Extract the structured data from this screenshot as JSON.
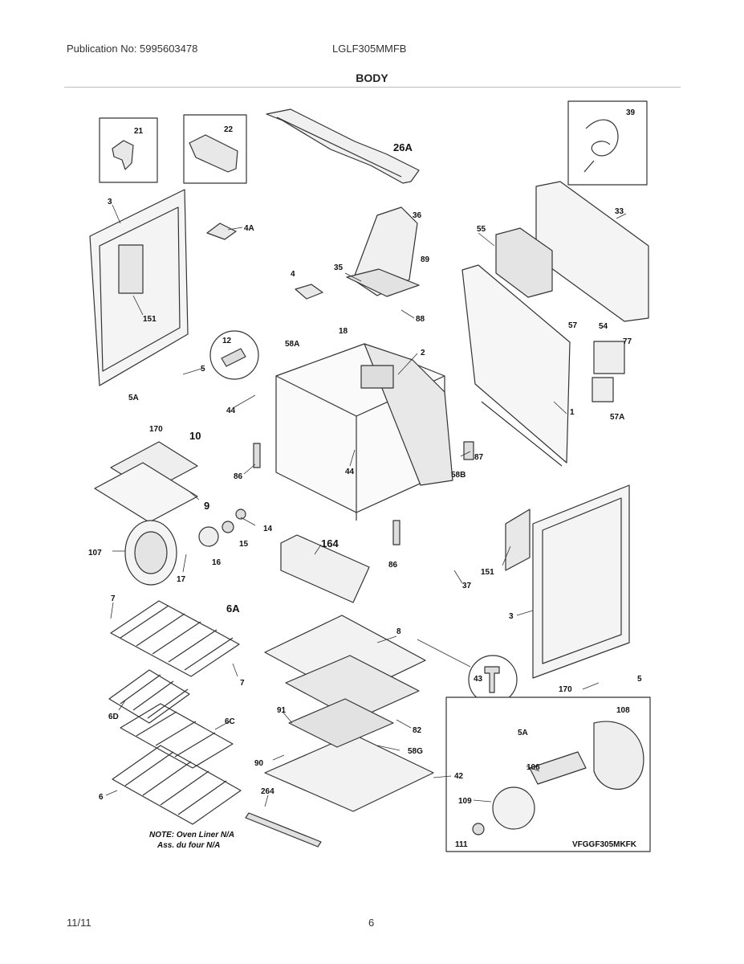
{
  "header": {
    "publication": "Publication No: 5995603478",
    "model": "LGLF305MMFB"
  },
  "section_title": "BODY",
  "parts": [
    {
      "id": "p21",
      "label": "21"
    },
    {
      "id": "p22",
      "label": "22"
    },
    {
      "id": "p26A",
      "label": "26A"
    },
    {
      "id": "p39",
      "label": "39"
    },
    {
      "id": "p3_left",
      "label": "3"
    },
    {
      "id": "p4A",
      "label": "4A"
    },
    {
      "id": "p36",
      "label": "36"
    },
    {
      "id": "p33",
      "label": "33"
    },
    {
      "id": "p55",
      "label": "55"
    },
    {
      "id": "p35",
      "label": "35"
    },
    {
      "id": "p89",
      "label": "89"
    },
    {
      "id": "p4",
      "label": "4"
    },
    {
      "id": "p151_left",
      "label": "151"
    },
    {
      "id": "p88",
      "label": "88"
    },
    {
      "id": "p57",
      "label": "57"
    },
    {
      "id": "p54",
      "label": "54"
    },
    {
      "id": "p77",
      "label": "77"
    },
    {
      "id": "p12",
      "label": "12"
    },
    {
      "id": "p58A",
      "label": "58A"
    },
    {
      "id": "p18",
      "label": "18"
    },
    {
      "id": "p2",
      "label": "2"
    },
    {
      "id": "p5_left",
      "label": "5"
    },
    {
      "id": "p5A_left",
      "label": "5A"
    },
    {
      "id": "p44_top",
      "label": "44"
    },
    {
      "id": "p1",
      "label": "1"
    },
    {
      "id": "p57A",
      "label": "57A"
    },
    {
      "id": "p170_left",
      "label": "170"
    },
    {
      "id": "p10",
      "label": "10"
    },
    {
      "id": "p44_mid",
      "label": "44"
    },
    {
      "id": "p86_left",
      "label": "86"
    },
    {
      "id": "p87",
      "label": "87"
    },
    {
      "id": "p58B",
      "label": "58B"
    },
    {
      "id": "p9",
      "label": "9"
    },
    {
      "id": "p14",
      "label": "14"
    },
    {
      "id": "p15",
      "label": "15"
    },
    {
      "id": "p107",
      "label": "107"
    },
    {
      "id": "p164",
      "label": "164"
    },
    {
      "id": "p16",
      "label": "16"
    },
    {
      "id": "p17",
      "label": "17"
    },
    {
      "id": "p86_right",
      "label": "86"
    },
    {
      "id": "p151_right",
      "label": "151"
    },
    {
      "id": "p37",
      "label": "37"
    },
    {
      "id": "p7_top",
      "label": "7"
    },
    {
      "id": "p6A",
      "label": "6A"
    },
    {
      "id": "p3_right",
      "label": "3"
    },
    {
      "id": "p8",
      "label": "8"
    },
    {
      "id": "p43",
      "label": "43"
    },
    {
      "id": "p7_bottom",
      "label": "7"
    },
    {
      "id": "p5_right",
      "label": "5"
    },
    {
      "id": "p170_right",
      "label": "170"
    },
    {
      "id": "p108",
      "label": "108"
    },
    {
      "id": "p6D",
      "label": "6D"
    },
    {
      "id": "p91",
      "label": "91"
    },
    {
      "id": "p6C",
      "label": "6C"
    },
    {
      "id": "p82",
      "label": "82"
    },
    {
      "id": "p5A_right",
      "label": "5A"
    },
    {
      "id": "p58G",
      "label": "58G"
    },
    {
      "id": "p106",
      "label": "106"
    },
    {
      "id": "p90",
      "label": "90"
    },
    {
      "id": "p42",
      "label": "42"
    },
    {
      "id": "p6",
      "label": "6"
    },
    {
      "id": "p264",
      "label": "264"
    },
    {
      "id": "p109",
      "label": "109"
    },
    {
      "id": "p111",
      "label": "111"
    }
  ],
  "note_line1": "NOTE: Oven Liner N/A",
  "note_line2": "Ass. du four N/A",
  "kit_code": "VFGGF305MKFK",
  "footer": {
    "date": "11/11",
    "page": "6"
  }
}
